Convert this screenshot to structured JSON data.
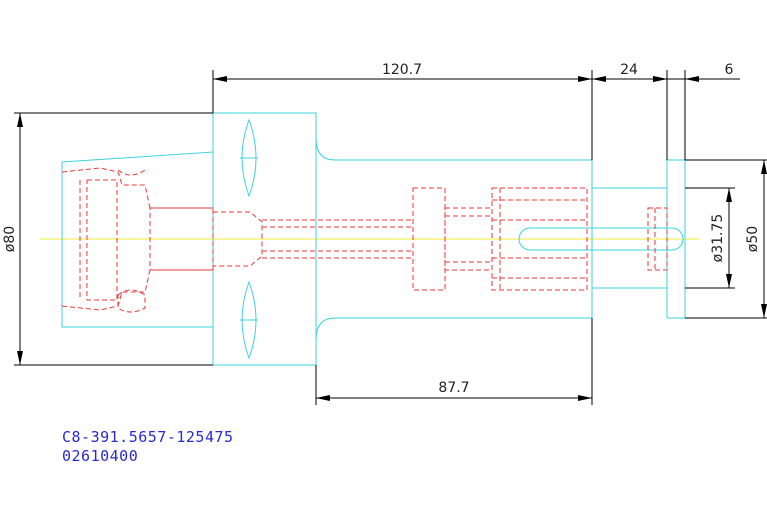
{
  "dimensions": {
    "length_total": "120.7",
    "length_collar": "24",
    "length_flange": "6",
    "length_body": "87.7",
    "diameter_shank": "ø80",
    "diameter_bore": "ø31.75",
    "diameter_flange": "ø50"
  },
  "notes": {
    "part_number": "C8-391.5657-125475",
    "item_code": "02610400"
  },
  "colors": {
    "outline": "#3ed3de",
    "hidden": "#e83a3a",
    "centerline": "#f2ee3a",
    "dimension": "#000000",
    "note_text": "#2a2ad0"
  }
}
